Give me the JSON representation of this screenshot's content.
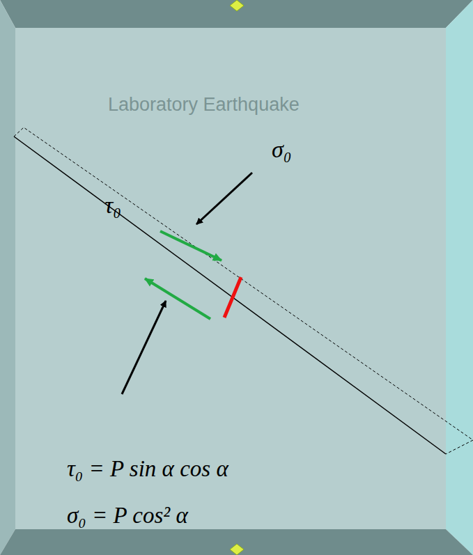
{
  "diagram": {
    "labels": [
      "Laboratory Earthquake",
      "σ₀",
      "τ₀",
      "τ₀ = P sin α cos α",
      "σ₀ = P cos² α"
    ]
  }
}
